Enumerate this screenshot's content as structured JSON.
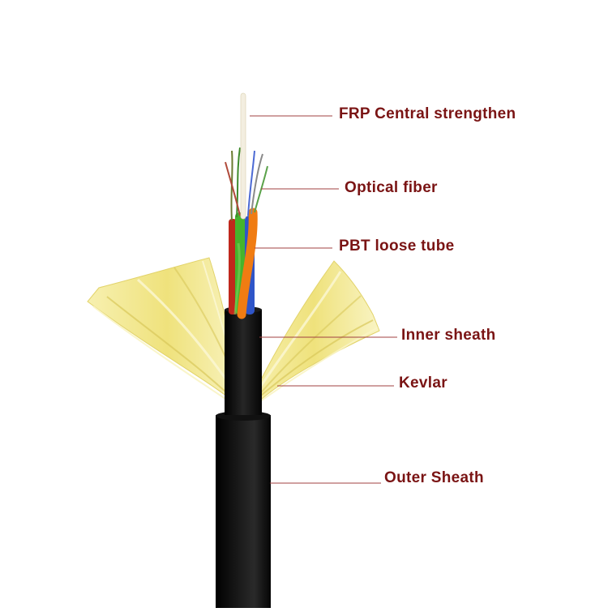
{
  "diagram": {
    "colors": {
      "label_text": "#7a1414",
      "leader_line": "#a04040",
      "sheath": "#0d0d0d",
      "kevlar": "#f4ec9a",
      "kevlar_shade": "#e3d46a",
      "frp_rod": "#f3eee0",
      "tube_orange": "#f07c12",
      "tube_green": "#46b42c",
      "tube_blue": "#2f55c8",
      "tube_red": "#c0281c"
    },
    "labels": {
      "frp": "FRP Central strengthen",
      "fiber": "Optical fiber",
      "tube": "PBT loose tube",
      "inner": "Inner sheath",
      "kevlar": "Kevlar",
      "outer": "Outer Sheath"
    }
  }
}
